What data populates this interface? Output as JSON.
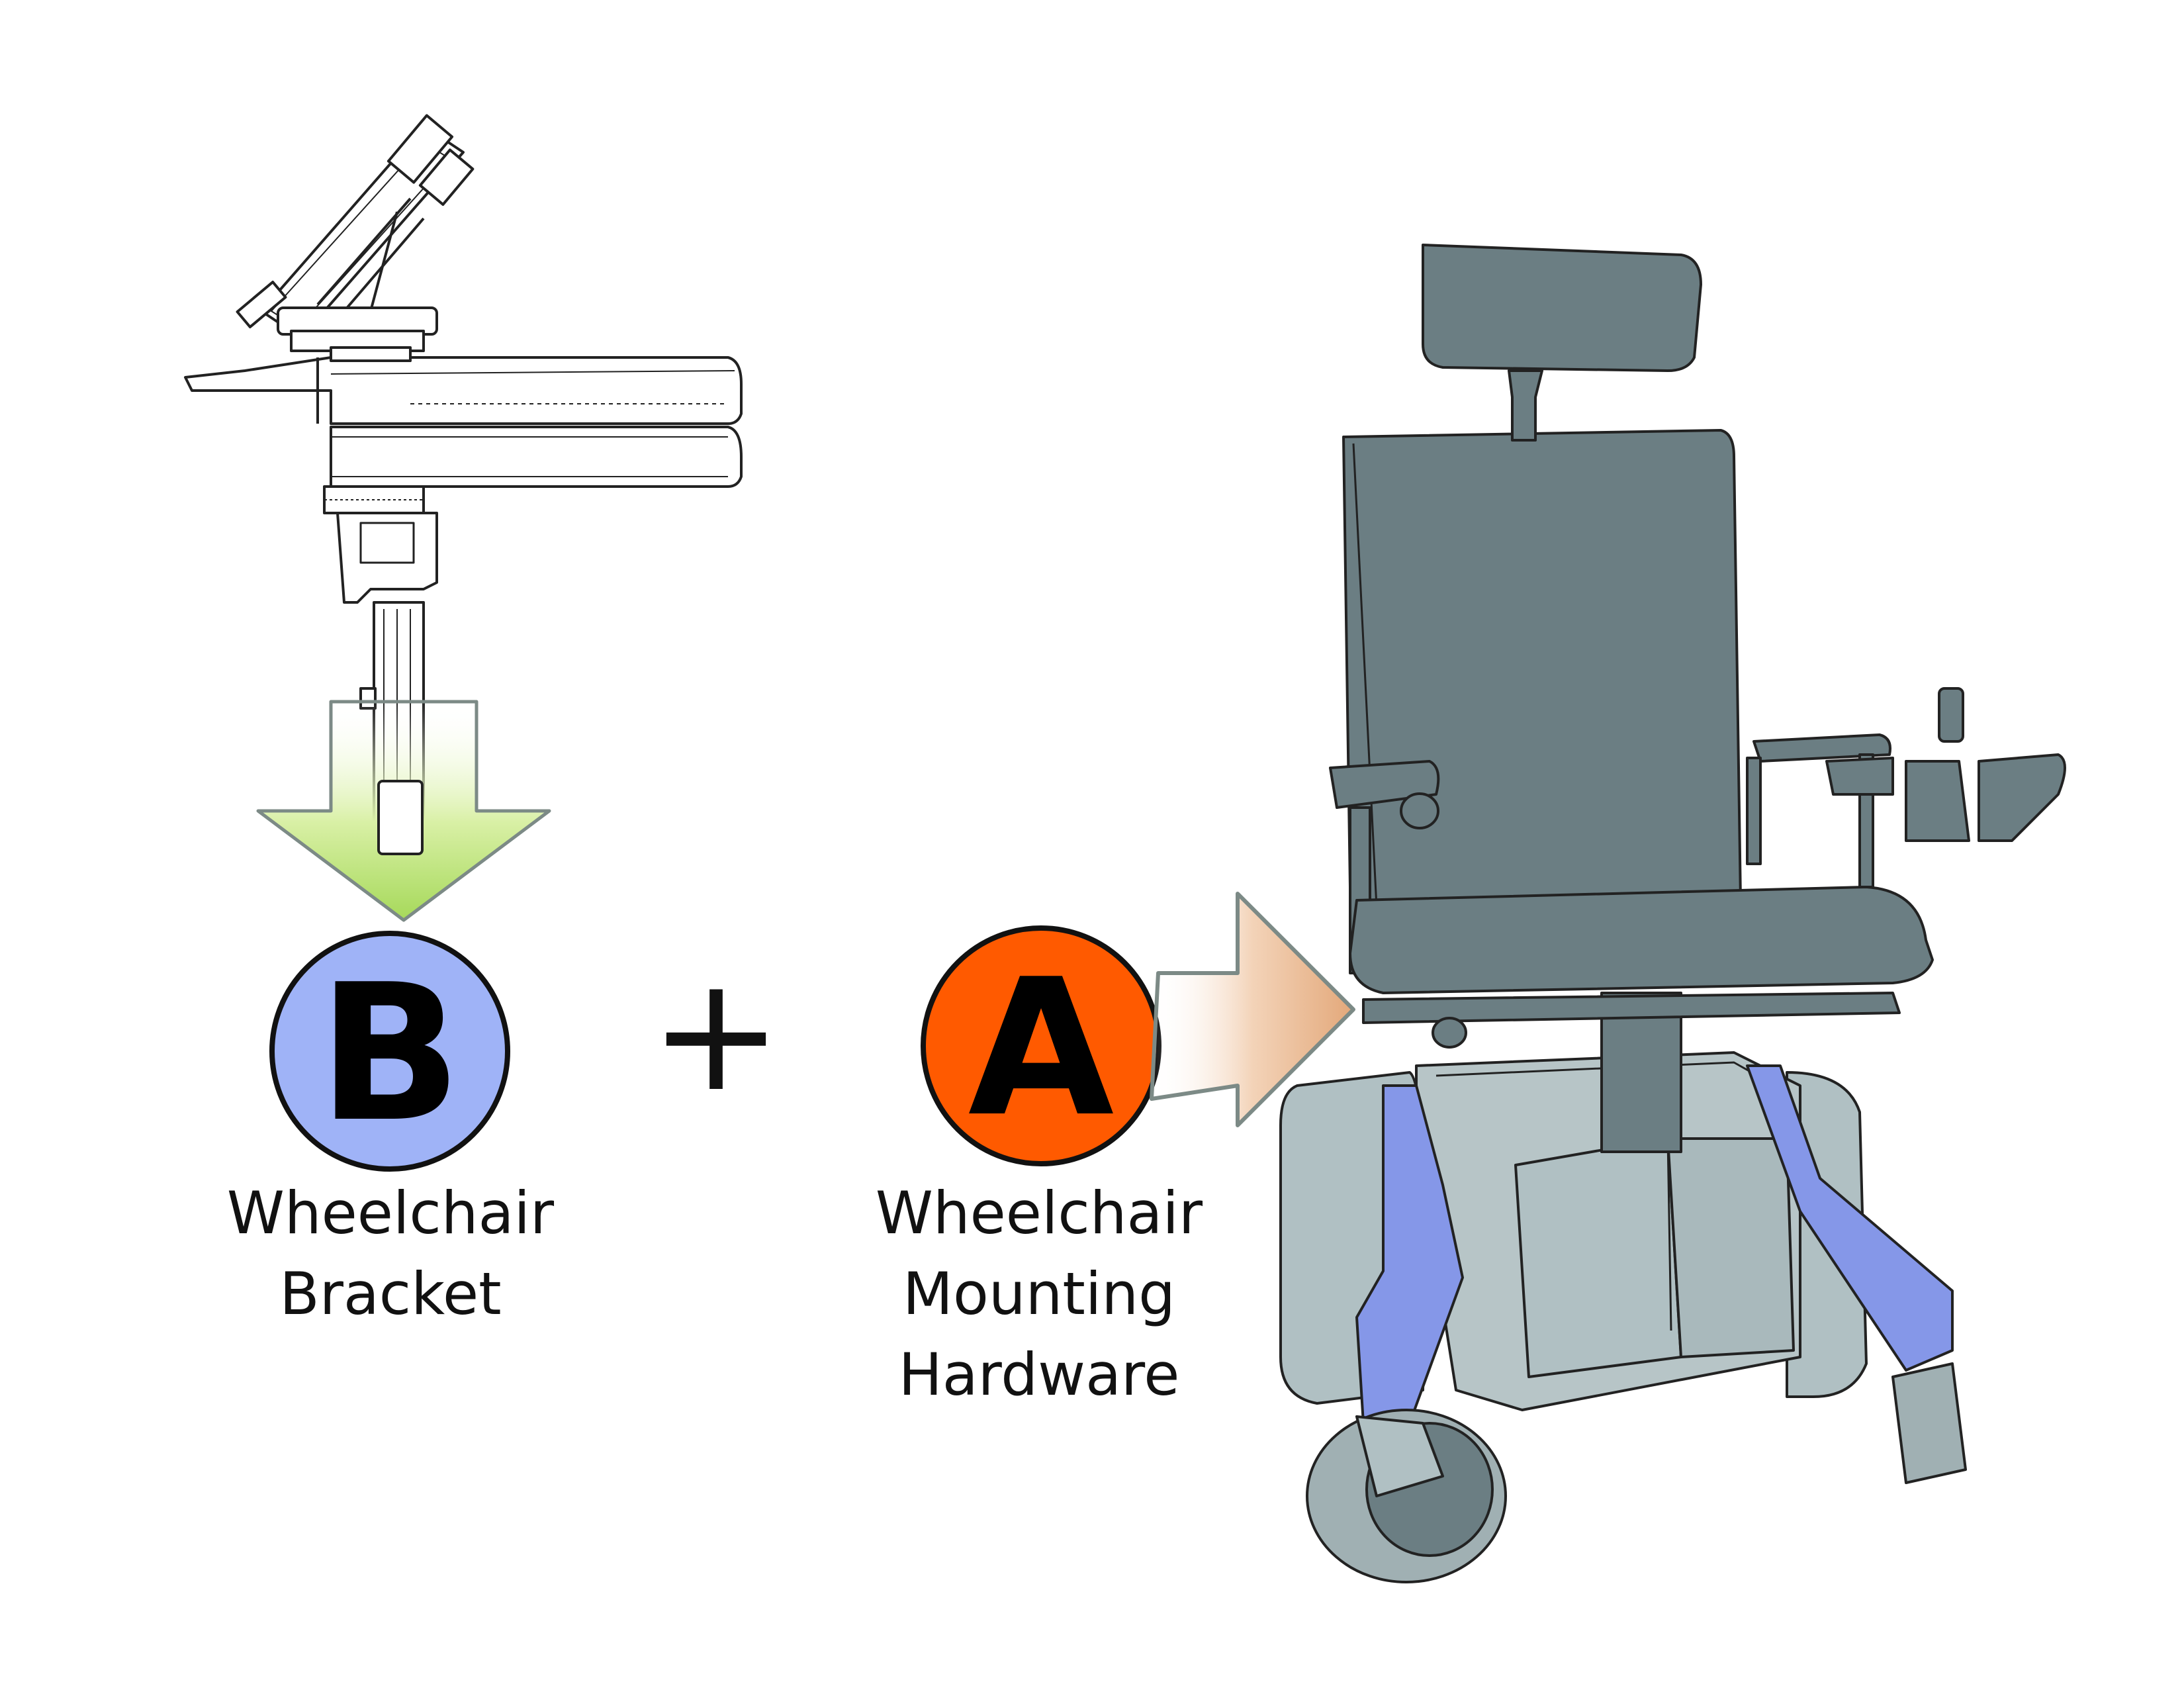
{
  "badges": {
    "b": {
      "letter": "B",
      "fill": "#9fb3f7"
    },
    "a": {
      "letter": "A",
      "fill": "#ff5a00"
    }
  },
  "plus_symbol": "+",
  "captions": {
    "bracket": {
      "line1": "Wheelchair",
      "line2": "Bracket"
    },
    "hardware": {
      "line1": "Wheelchair",
      "line2": "Mounting",
      "line3": "Hardware"
    }
  },
  "colors": {
    "green_arrow": "#a6d95a",
    "orange_arrow": "#e3a87a",
    "chair_dark": "#6b7e83",
    "chair_light": "#b0c0c3",
    "chair_blue": "#8597e8",
    "outline": "#222222"
  }
}
